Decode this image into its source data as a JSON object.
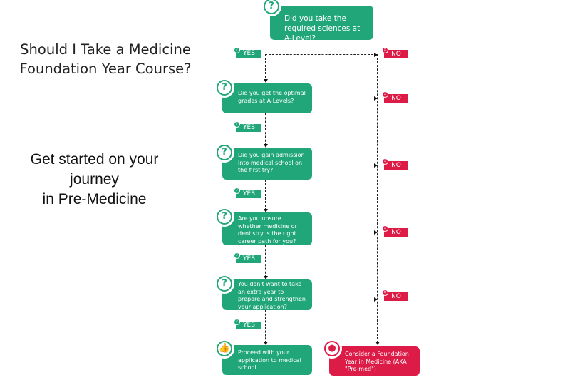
{
  "heading": {
    "title": "Should I Take a Medicine Foundation Year Course?",
    "subtitle_lines": [
      "Get started on your",
      "journey",
      "in Pre-Medicine"
    ]
  },
  "colors": {
    "green": "#21a67a",
    "red": "#dc1b47"
  },
  "questions": [
    {
      "text": "Did you take the required sciences at A-Level?",
      "icon": "question-icon"
    },
    {
      "text": "Did you get the optimal grades at A-Levels?",
      "icon": "question-icon"
    },
    {
      "text": "Did you gain admission into medical school on the first try?",
      "icon": "question-icon"
    },
    {
      "text": "Are you unsure whether medicine or dentistry is the right career path for you?",
      "icon": "question-icon"
    },
    {
      "text": "You don't want to take an extra year to prepare and strengthen your application?",
      "icon": "question-icon"
    }
  ],
  "labels": {
    "yes": "YES",
    "no": "NO"
  },
  "outcomes": {
    "proceed": {
      "text": "Proceed with your application to medical school",
      "icon": "thumbs-up-icon"
    },
    "foundation": {
      "text": "Consider a Foundation Year in Medicine (AKA \"Pre-med\")",
      "icon": "chat-bubbles-icon"
    }
  }
}
